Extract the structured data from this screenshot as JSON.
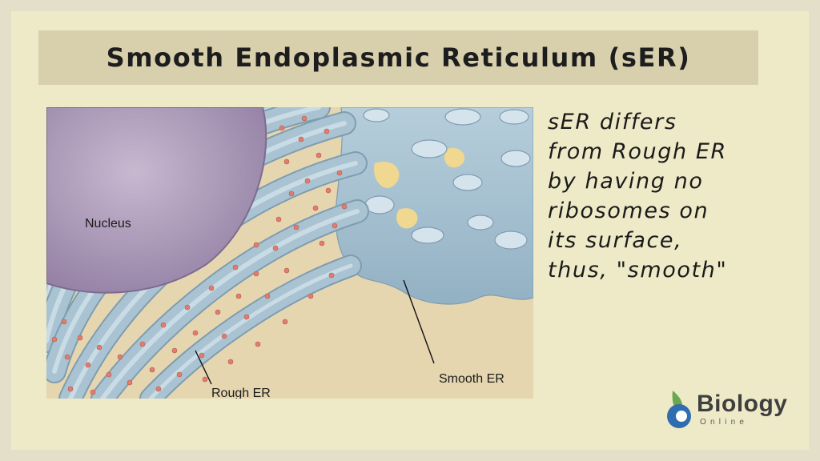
{
  "title": "Smooth Endoplasmic Reticulum (sER)",
  "diagram": {
    "labels": {
      "nucleus": "Nucleus",
      "rough_er": "Rough ER",
      "smooth_er": "Smooth ER"
    }
  },
  "description_lines": [
    "sER differs",
    "from Rough ER",
    "by having no",
    "ribosomes on",
    "its surface,",
    "thus, \"smooth\""
  ],
  "logo": {
    "word": "Biology",
    "sub": "Online",
    "colors": {
      "leaf_green": "#6aa84f",
      "drop_blue": "#2f6db0"
    }
  },
  "colors": {
    "background": "#e3dfc9",
    "card": "#eeeac8",
    "title_band": "#d8cfad",
    "nucleus": "#a896b4",
    "er_membrane": "#a9c3d2",
    "ribosome": "#e07d6e"
  }
}
